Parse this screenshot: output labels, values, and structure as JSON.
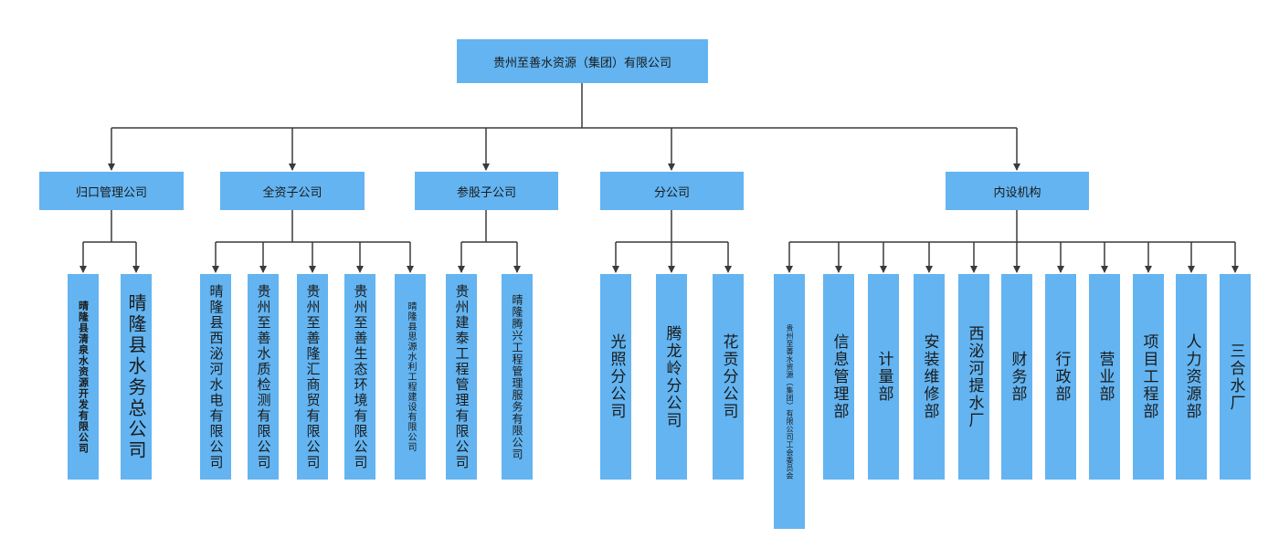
{
  "root": "贵州至善水资源（集团）有限公司",
  "categories": {
    "guikou": "归口管理公司",
    "quanzi": "全资子公司",
    "cangu": "参股子公司",
    "fen": "分公司",
    "neishe": "内设机构"
  },
  "guikou_units": [
    "晴隆县清泉水资源开发有限公司",
    "晴隆县水务总公司"
  ],
  "quanzi_units": [
    "晴隆县西泌河水电有限公司",
    "贵州至善水质检测有限公司",
    "贵州至善隆汇商贸有限公司",
    "贵州至善生态环境有限公司",
    "晴隆县思源水利工程建设有限公司"
  ],
  "cangu_units": [
    "贵州建泰工程管理有限公司",
    "晴隆腾兴工程管理服务有限公司"
  ],
  "fen_units": [
    "光照分公司",
    "腾龙岭分公司",
    "花贡分公司"
  ],
  "neishe_units": [
    "贵州至善水资源（集团）有限公司工会委员会",
    "信息管理部",
    "计量部",
    "安装维修部",
    "西泌河提水厂",
    "财务部",
    "行政部",
    "营业部",
    "项目工程部",
    "人力资源部",
    "三合水厂"
  ],
  "colors": {
    "box": "#63b4f1",
    "line": "#3a3a3a",
    "text": "#1a1a1a"
  }
}
